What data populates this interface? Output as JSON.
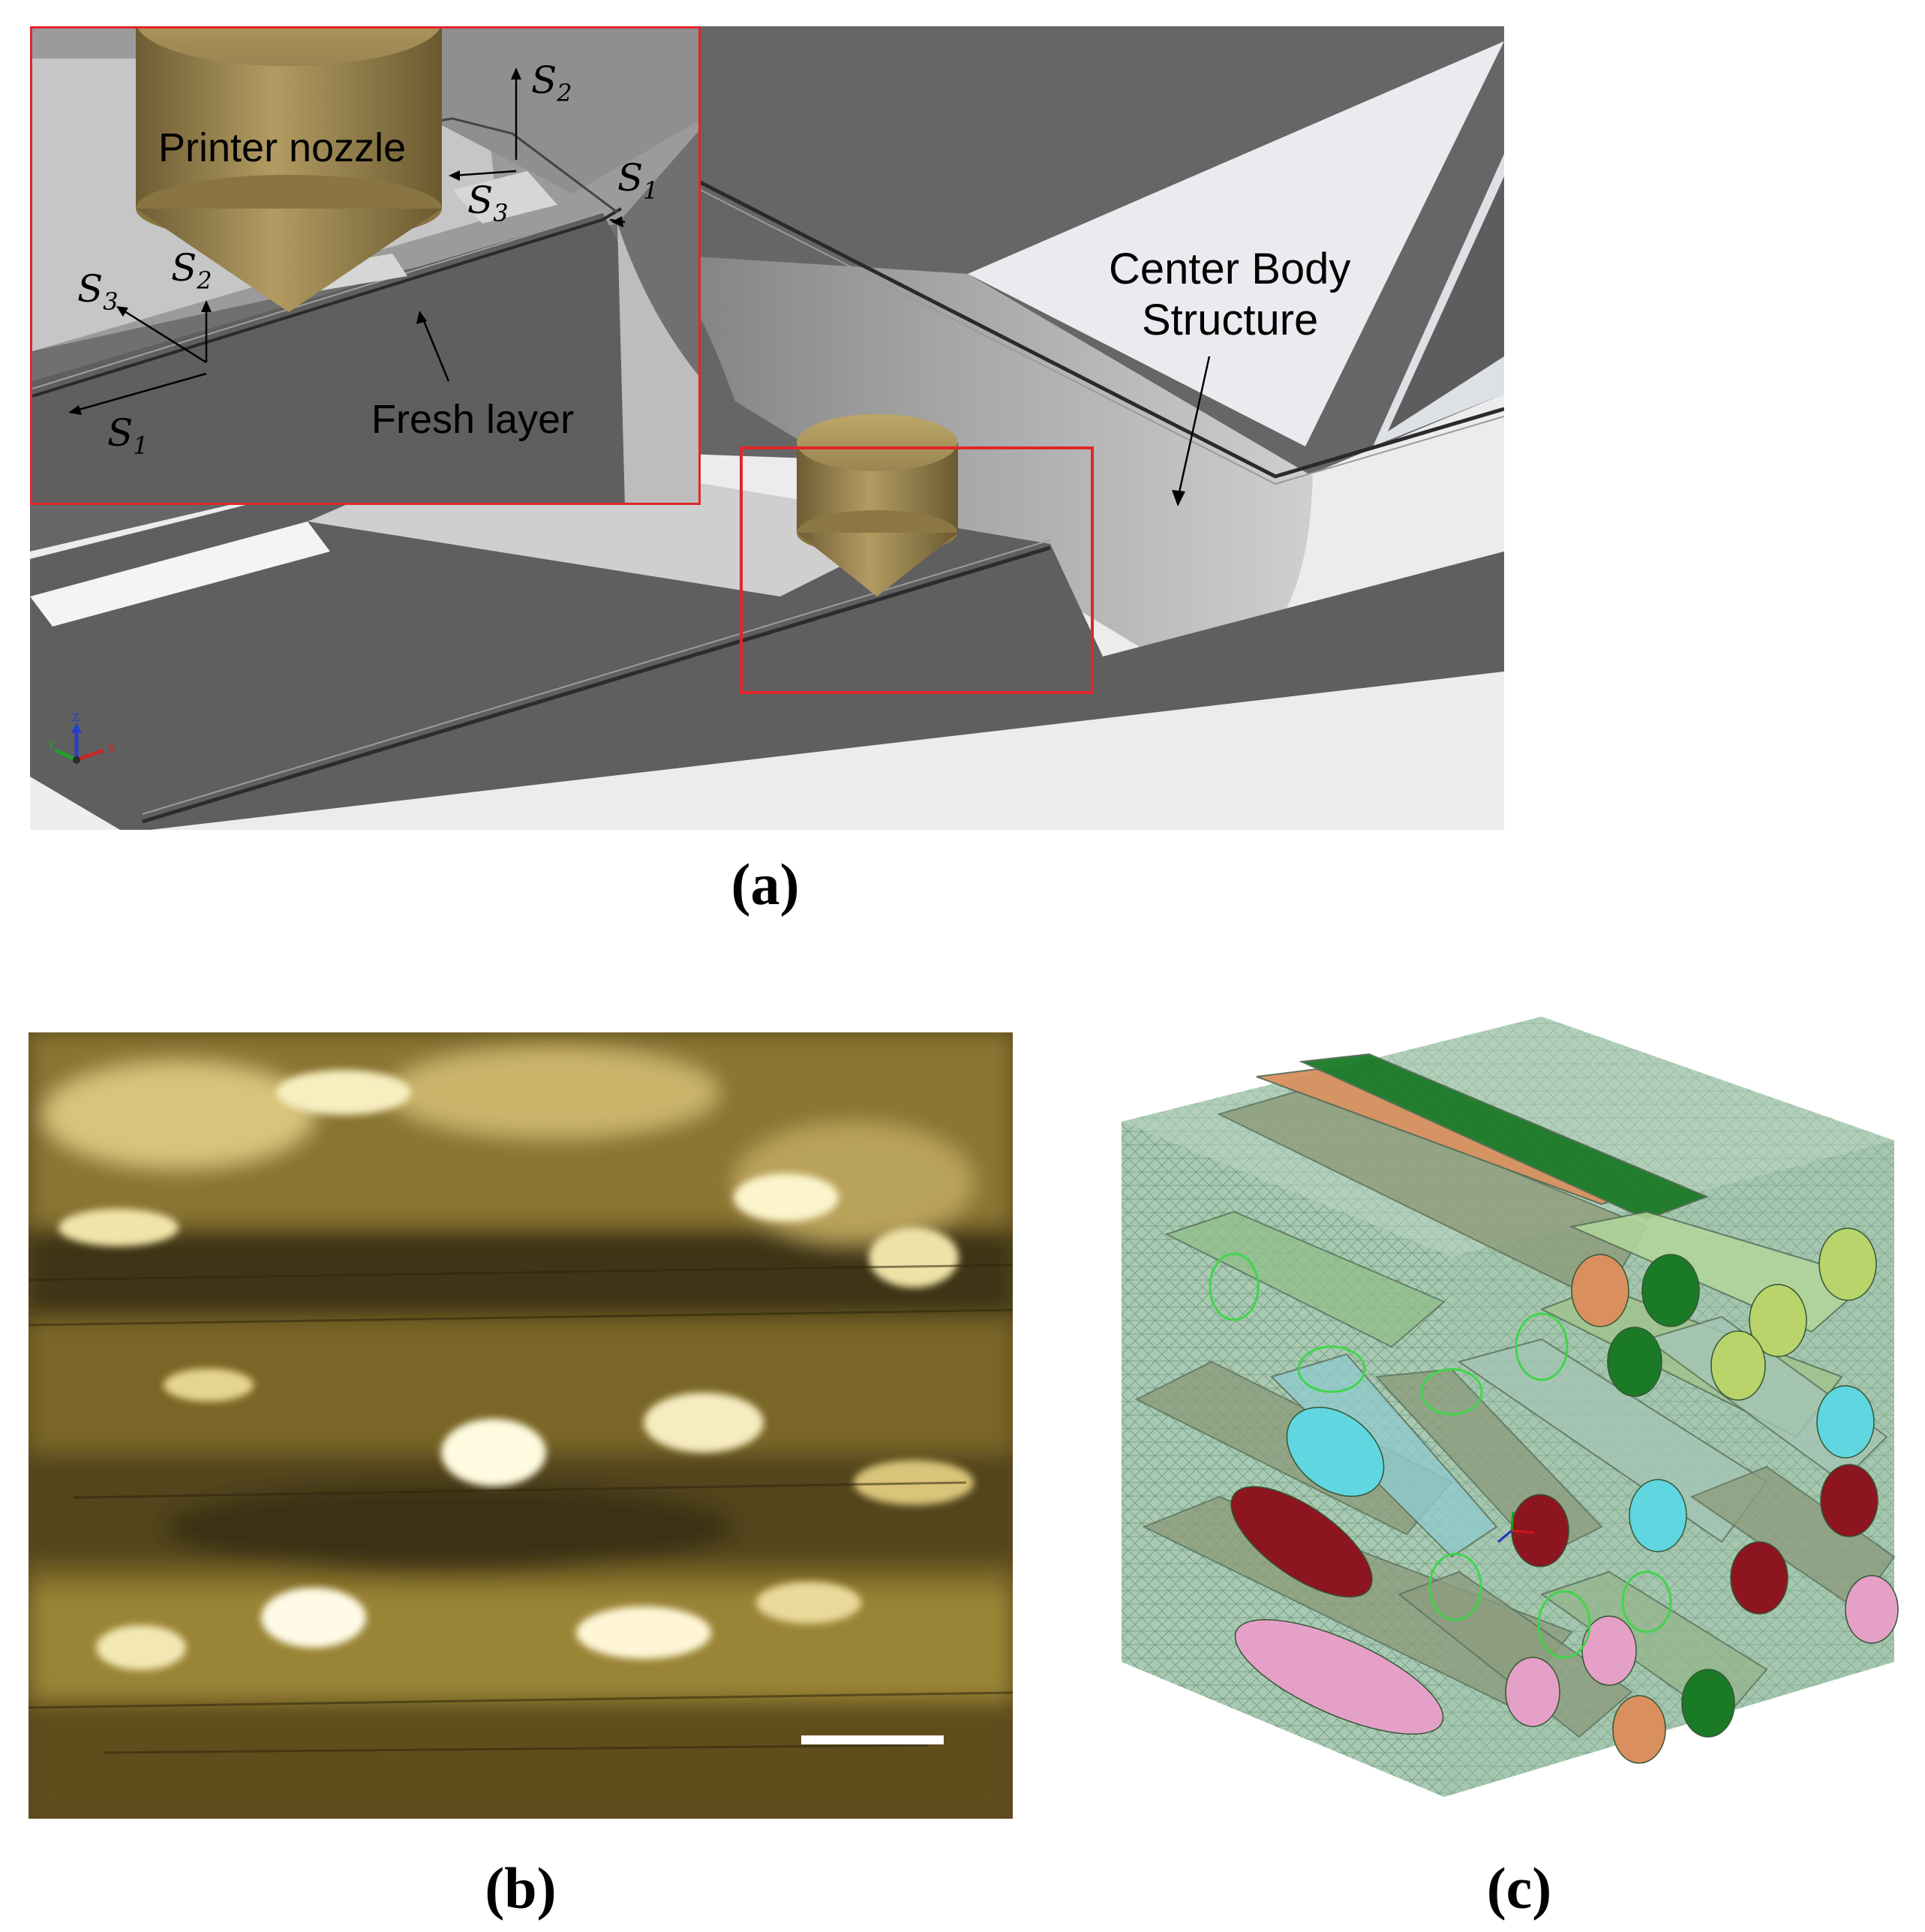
{
  "panel_a": {
    "caption": "(a)",
    "labels": {
      "printer_nozzle": "Printer nozzle",
      "fresh_layer": "Fresh layer",
      "center_body_line1": "Center Body",
      "center_body_line2": "Structure"
    },
    "axes": {
      "s1": "S",
      "s1_sub": "1",
      "s2": "S",
      "s2_sub": "2",
      "s3": "S",
      "s3_sub": "3"
    },
    "triad": {
      "z": "Z",
      "y": "Y",
      "x": "X"
    },
    "colors": {
      "highlight_box": "#e0262a",
      "nozzle": "#a08a52",
      "body_dark": "#5f5f5f",
      "surface_light": "#bdbdbd"
    }
  },
  "panel_b": {
    "caption": "(b)",
    "colors": {
      "base": "#5a4a1e",
      "highlight": "#f2e9b8",
      "scale_bar": "#ffffff"
    }
  },
  "panel_c": {
    "caption": "(c)",
    "colors": {
      "mesh_cube": "#a9c9b2",
      "fiber_orange": "#d9905e",
      "fiber_dark_green": "#1b7a26",
      "fiber_light_green": "#b8d46a",
      "fiber_cyan": "#5fd6e0",
      "fiber_dark_red": "#8c1520",
      "fiber_pink": "#e5a0c8"
    }
  }
}
